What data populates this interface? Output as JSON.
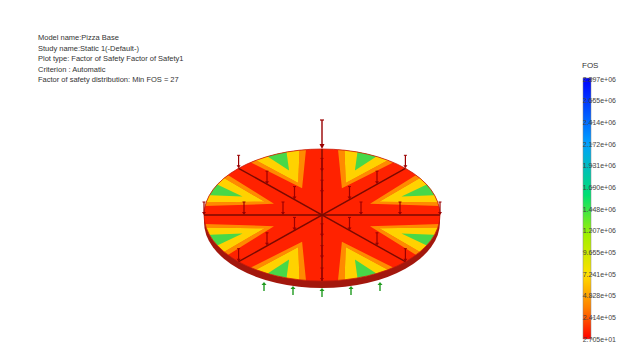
{
  "diagram": {
    "labels": [
      "Model name:Pizza Base",
      "Study name:Static 1(-Default-)",
      "Plot type: Factor of Safety Factor of Safety1",
      "Criterion : Automatic",
      "Factor of safety distribution: Min FOS = 27",
      "FOS",
      "2.897e+06",
      "2.655e+06",
      "2.414e+06",
      "2.172e+06",
      "1.931e+06",
      "1.690e+06",
      "1.448e+06",
      "1.207e+06",
      "9.655e+05",
      "7.241e+05",
      "4.828e+05",
      "2.414e+05",
      "2.705e+01"
    ]
  }
}
